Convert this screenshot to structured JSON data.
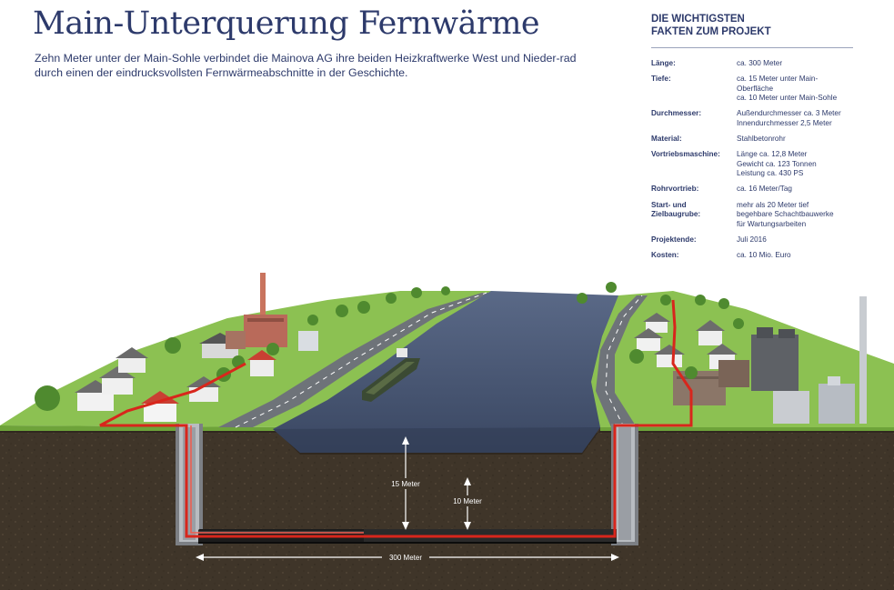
{
  "header": {
    "title": "Main-Unterquerung Fernwärme",
    "intro": "Zehn Meter unter der Main-Sohle verbindet die Mainova AG ihre beiden Heizkraftwerke West und Nieder-rad durch einen der eindrucksvollsten Fernwärmeabschnitte in der Geschichte."
  },
  "facts": {
    "heading_line1": "DIE WICHTIGSTEN",
    "heading_line2": "FAKTEN ZUM PROJEKT",
    "rows": [
      {
        "label": "Länge:",
        "value": "ca. 300 Meter"
      },
      {
        "label": "Tiefe:",
        "value": "ca. 15 Meter unter Main-Oberfläche\nca. 10 Meter unter Main-Sohle"
      },
      {
        "label": "Durchmesser:",
        "value": "Außendurchmesser ca. 3 Meter\nInnendurchmesser 2,5 Meter"
      },
      {
        "label": "Material:",
        "value": "Stahlbetonrohr"
      },
      {
        "label": "Vortriebsmaschine:",
        "value": "Länge ca. 12,8 Meter\nGewicht ca. 123 Tonnen\nLeistung ca. 430 PS"
      },
      {
        "label": "Rohrvortrieb:",
        "value": "ca. 16 Meter/Tag"
      },
      {
        "label": "Start- und Zielbaugrube:",
        "value": "mehr als 20 Meter tief\nbegehbare Schachtbauwerke\nfür Wartungsarbeiten"
      },
      {
        "label": "Projektende:",
        "value": "Juli 2016"
      },
      {
        "label": "Kosten:",
        "value": "ca. 10 Mio. Euro"
      }
    ]
  },
  "diagram": {
    "depth_surface_label": "15 Meter",
    "depth_bed_label": "10 Meter",
    "length_label": "300 Meter",
    "colors": {
      "river": "#465574",
      "ground": "#3f3529",
      "grass": "#8cc152",
      "pipe": "#d8261c",
      "tunnel": "#1c1c1c"
    }
  }
}
